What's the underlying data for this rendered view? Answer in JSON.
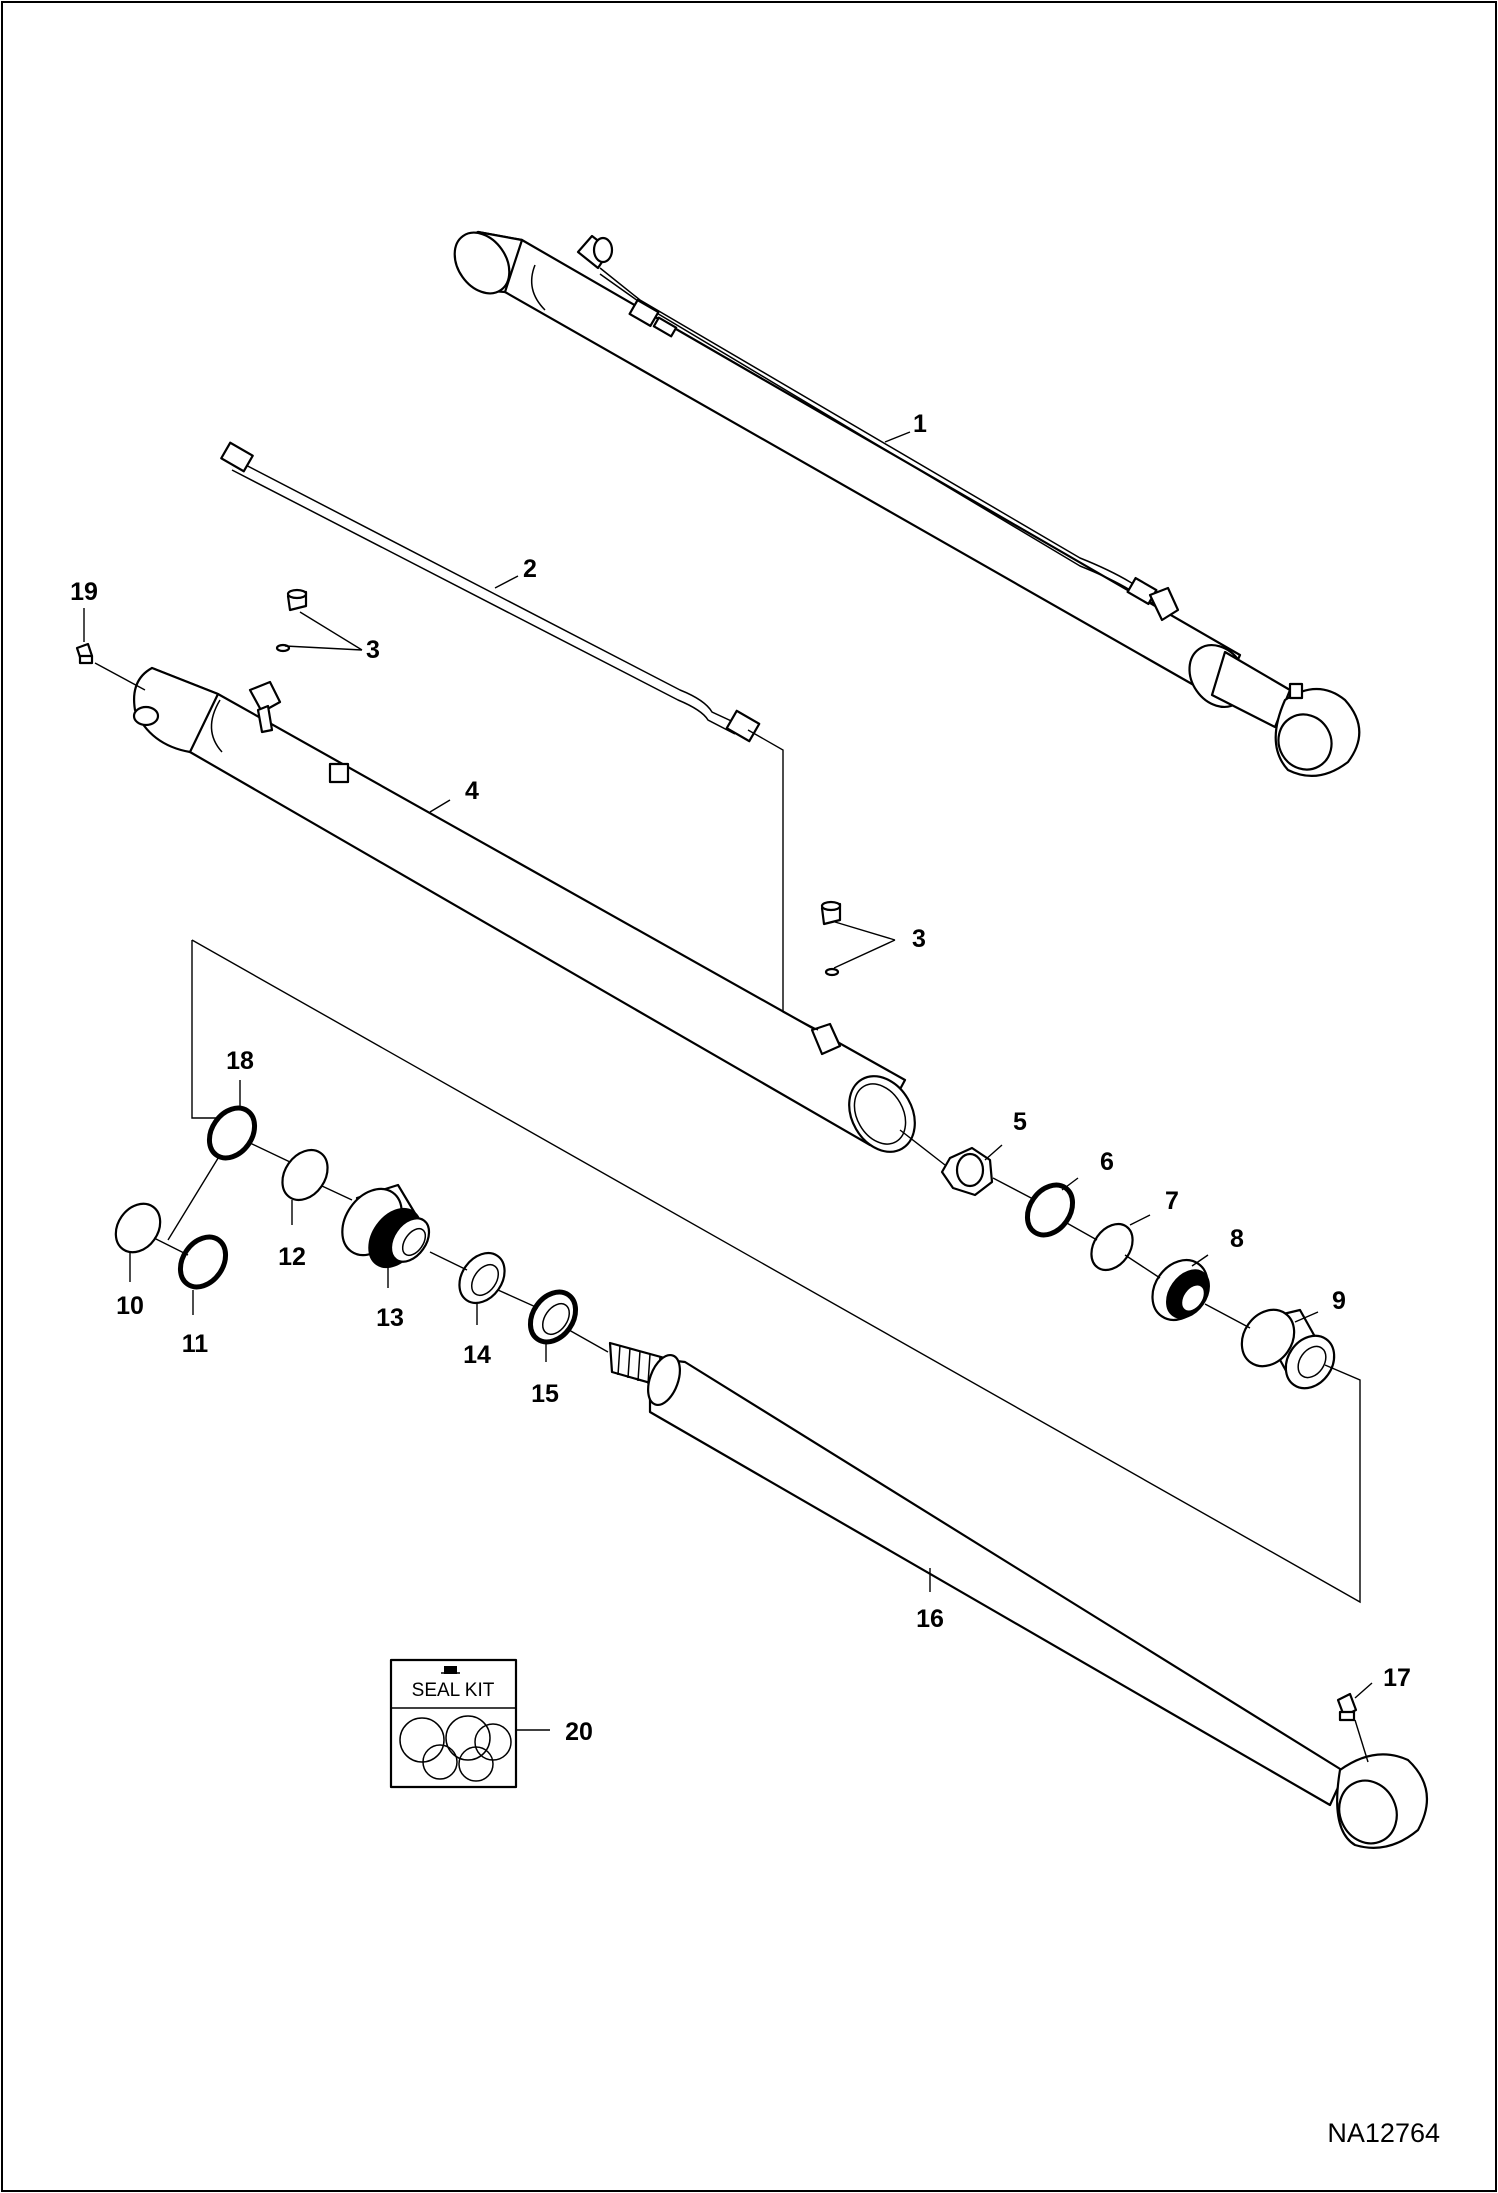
{
  "callouts": {
    "c1": "1",
    "c2": "2",
    "c3a": "3",
    "c3b": "3",
    "c4": "4",
    "c5": "5",
    "c6": "6",
    "c7": "7",
    "c8": "8",
    "c9": "9",
    "c10": "10",
    "c11": "11",
    "c12": "12",
    "c13": "13",
    "c14": "14",
    "c15": "15",
    "c16": "16",
    "c17": "17",
    "c18": "18",
    "c19": "19",
    "c20": "20"
  },
  "seal_kit": {
    "label": "SEAL KIT"
  },
  "figure_id": "NA12764",
  "colors": {
    "line": "#000000",
    "background": "#ffffff"
  }
}
